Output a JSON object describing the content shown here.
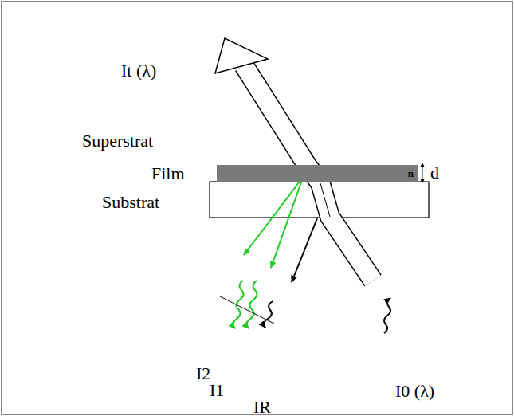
{
  "diagram": {
    "nodes": [
      {
        "text": [
          "n"
        ]
      }
    ],
    "labels": [
      "It (λ)",
      "Superstrat",
      "Film",
      "Substrat",
      "d",
      "I2",
      "I1",
      "IR",
      "I0 (λ)"
    ]
  }
}
